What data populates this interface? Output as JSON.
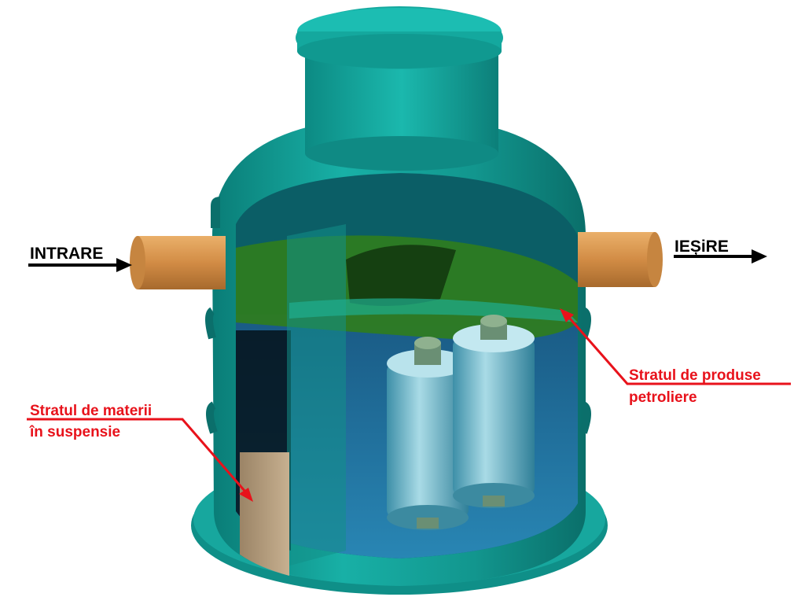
{
  "labels": {
    "inlet": "INTRARE",
    "outlet": "IEȘiRE",
    "oil_layer_line1": "Stratul de produse",
    "oil_layer_line2": "petroliere",
    "sediment_layer_line1": "Stratul de materii",
    "sediment_layer_line2": "în suspensie"
  },
  "colors": {
    "tank_teal": "#159e96",
    "tank_dark": "#0b6f6b",
    "oil_green": "#2f7d1e",
    "water_blue": "#1e6fa3",
    "sediment": "#b79f82",
    "pipe": "#d89a52",
    "annotation_red": "#e8121b",
    "flow_arrow": "#000000"
  }
}
